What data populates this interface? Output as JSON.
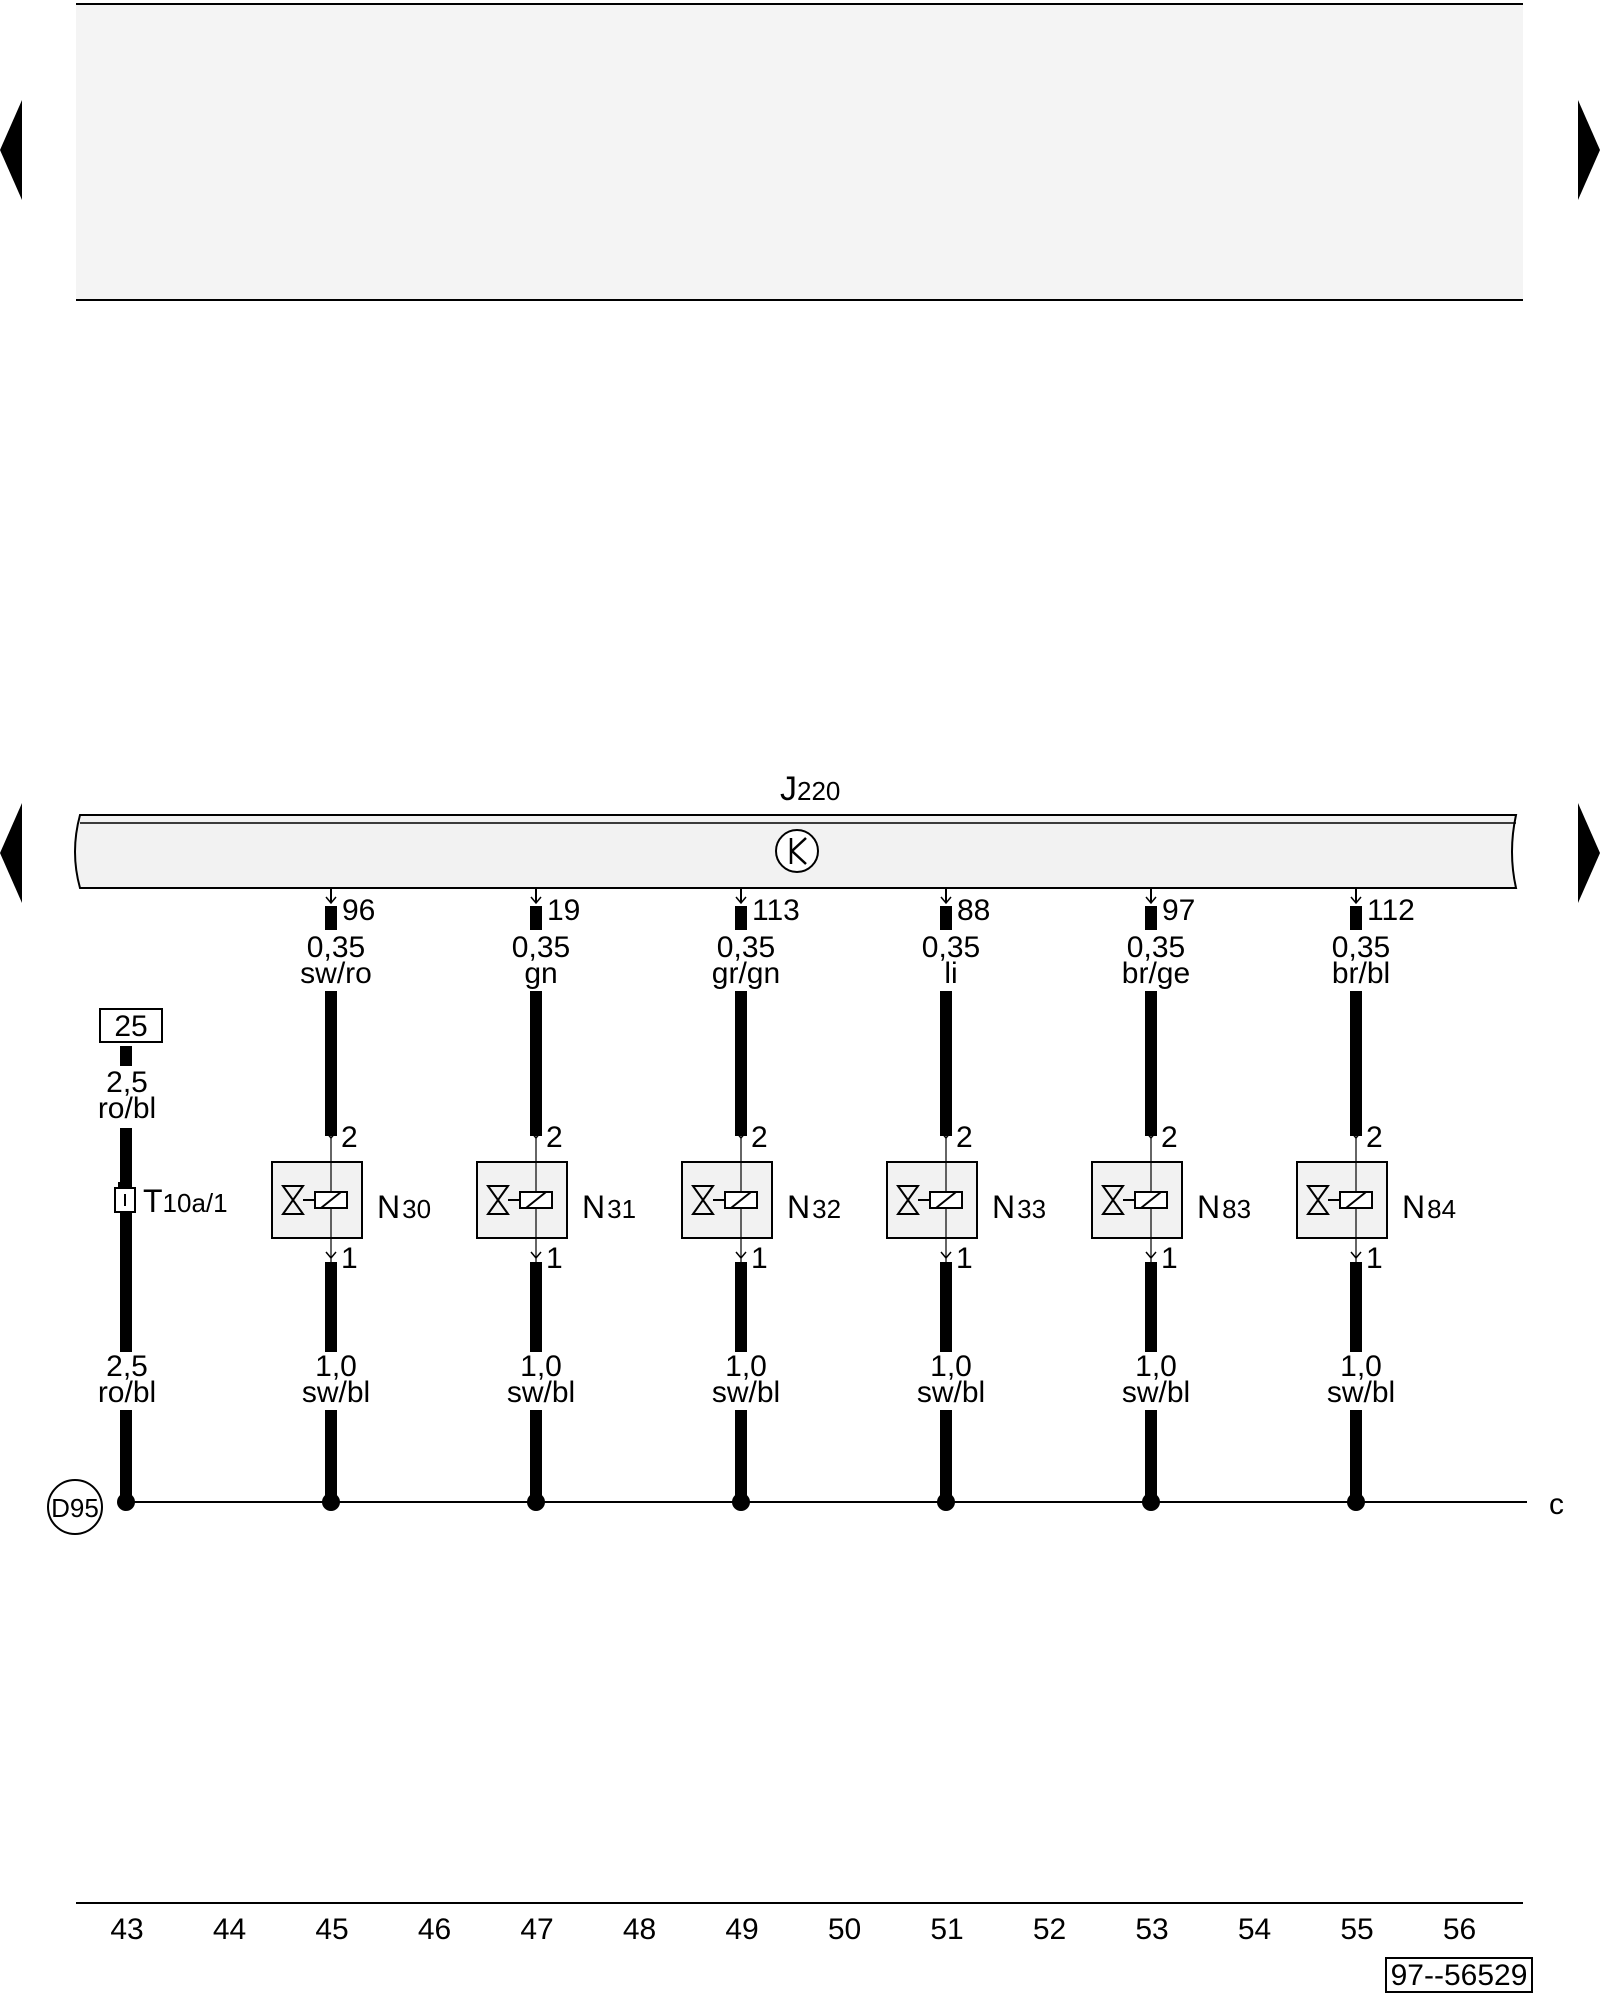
{
  "control_unit": {
    "letter": "J",
    "number": "220"
  },
  "supply": {
    "fuse": "25",
    "upper_size": "2,5",
    "upper_color": "ro/bl",
    "connector_letter": "T",
    "connector_rest": "10a/1",
    "lower_size": "2,5",
    "lower_color": "ro/bl"
  },
  "ground": {
    "label": "D95"
  },
  "continuation_label": "c",
  "injectors": [
    {
      "pin": "96",
      "size": "0,35",
      "color": "sw/ro",
      "letter": "N",
      "number": "30",
      "top_pin": "2",
      "bottom_pin": "1",
      "lower_size": "1,0",
      "lower_color": "sw/bl"
    },
    {
      "pin": "19",
      "size": "0,35",
      "color": "gn",
      "letter": "N",
      "number": "31",
      "top_pin": "2",
      "bottom_pin": "1",
      "lower_size": "1,0",
      "lower_color": "sw/bl"
    },
    {
      "pin": "113",
      "size": "0,35",
      "color": "gr/gn",
      "letter": "N",
      "number": "32",
      "top_pin": "2",
      "bottom_pin": "1",
      "lower_size": "1,0",
      "lower_color": "sw/bl"
    },
    {
      "pin": "88",
      "size": "0,35",
      "color": "li",
      "letter": "N",
      "number": "33",
      "top_pin": "2",
      "bottom_pin": "1",
      "lower_size": "1,0",
      "lower_color": "sw/bl"
    },
    {
      "pin": "97",
      "size": "0,35",
      "color": "br/ge",
      "letter": "N",
      "number": "83",
      "top_pin": "2",
      "bottom_pin": "1",
      "lower_size": "1,0",
      "lower_color": "sw/bl"
    },
    {
      "pin": "112",
      "size": "0,35",
      "color": "br/bl",
      "letter": "N",
      "number": "84",
      "top_pin": "2",
      "bottom_pin": "1",
      "lower_size": "1,0",
      "lower_color": "sw/bl"
    }
  ],
  "track_numbers": [
    "43",
    "44",
    "45",
    "46",
    "47",
    "48",
    "49",
    "50",
    "51",
    "52",
    "53",
    "54",
    "55",
    "56"
  ],
  "drawing_number": "97--56529"
}
